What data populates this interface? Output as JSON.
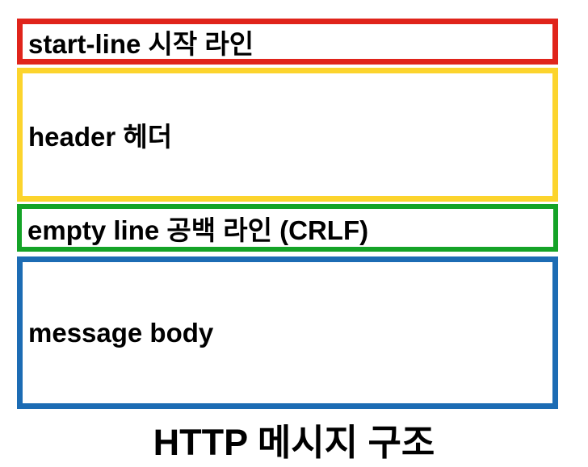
{
  "title": "HTTP 메시지 구조",
  "colors": {
    "background": "#ffffff",
    "text": "#000000",
    "start_line_border": "#e0241b",
    "header_border": "#fcd42d",
    "empty_line_border": "#14a327",
    "message_body_border": "#1c6cb4"
  },
  "boxes": {
    "start_line": {
      "label": "start-line 시작 라인"
    },
    "header": {
      "label": "header 헤더"
    },
    "empty_line": {
      "label": "empty line 공백 라인 (CRLF)"
    },
    "message_body": {
      "label": "message body"
    }
  }
}
